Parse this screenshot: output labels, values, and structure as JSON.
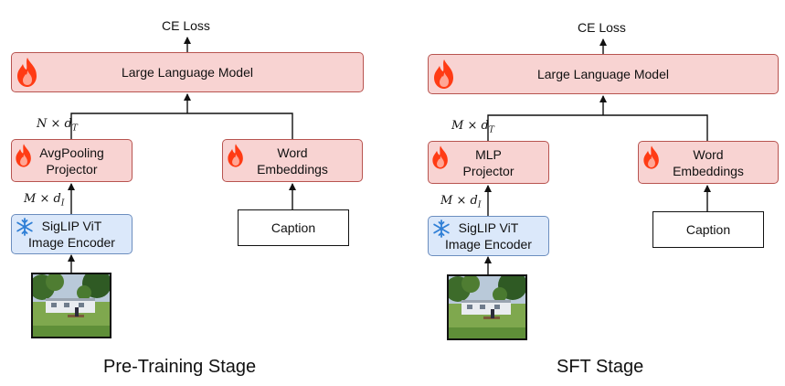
{
  "left": {
    "loss": "CE Loss",
    "llm": "Large Language Model",
    "projector_line1": "AvgPooling",
    "projector_line2": "Projector",
    "word_line1": "Word",
    "word_line2": "Embeddings",
    "encoder_line1": "SigLIP ViT",
    "encoder_line2": "Image Encoder",
    "caption": "Caption",
    "llm_input_dim": {
      "a": "N",
      "b": "d",
      "sub": "T"
    },
    "encoder_output_dim": {
      "a": "M",
      "b": "d",
      "sub": "I"
    },
    "stage": "Pre-Training Stage"
  },
  "right": {
    "loss": "CE Loss",
    "llm": "Large Language Model",
    "projector_line1": "MLP",
    "projector_line2": "Projector",
    "word_line1": "Word",
    "word_line2": "Embeddings",
    "encoder_line1": "SigLIP ViT",
    "encoder_line2": "Image Encoder",
    "caption": "Caption",
    "llm_input_dim": {
      "a": "M",
      "b": "d",
      "sub": "T"
    },
    "encoder_output_dim": {
      "a": "M",
      "b": "d",
      "sub": "I"
    },
    "stage": "SFT Stage"
  },
  "icons": {
    "trainable": "fire-icon",
    "frozen": "snowflake-icon"
  },
  "colors": {
    "trainable_fill": "#f8d3d2",
    "trainable_border": "#b85450",
    "frozen_fill": "#dbe8fa",
    "frozen_border": "#6c8ebf"
  }
}
